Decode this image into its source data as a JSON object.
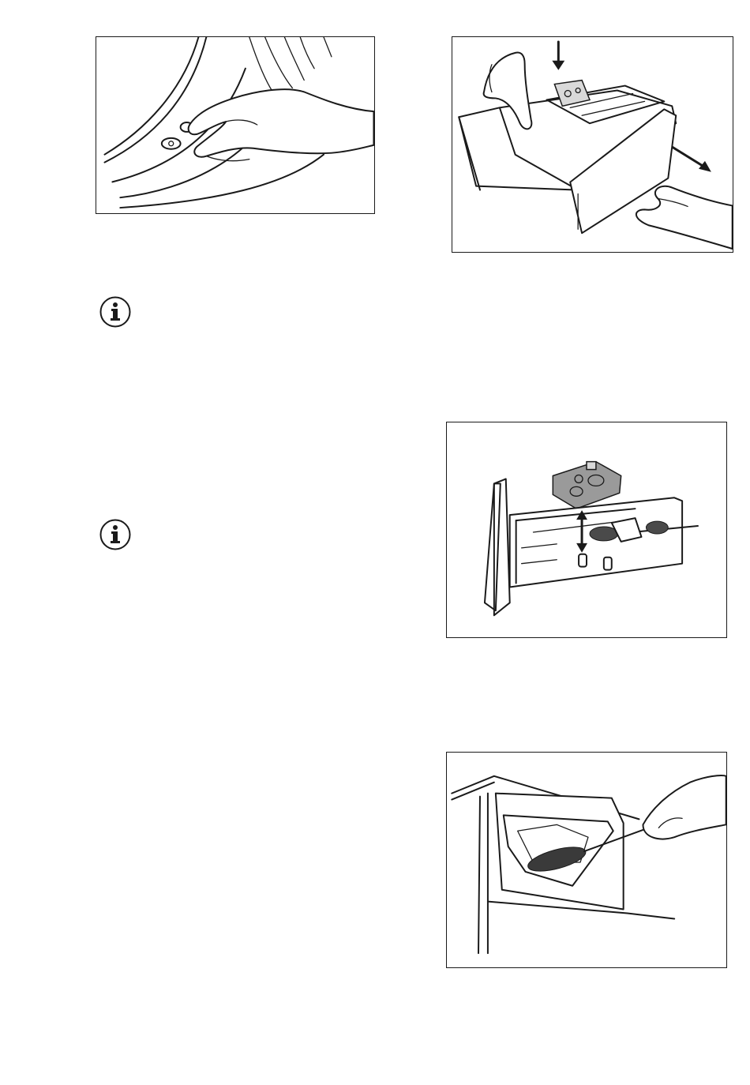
{
  "page": {
    "background": "#ffffff",
    "line_color": "#1a1a1a"
  },
  "figures": [
    {
      "name": "figure-drum-seal-clip",
      "icon": "hand-pressing-clip-illustration"
    },
    {
      "name": "figure-dispenser-release",
      "icon": "hand-removing-dispenser-illustration"
    },
    {
      "name": "figure-dispenser-cleaning",
      "icon": "brush-cleaning-dispenser-illustration"
    },
    {
      "name": "figure-recess-cleaning",
      "icon": "brush-cleaning-recess-illustration"
    }
  ],
  "notes": [
    {
      "name": "info-note-1",
      "icon": "info-icon"
    },
    {
      "name": "info-note-2",
      "icon": "info-icon"
    }
  ]
}
